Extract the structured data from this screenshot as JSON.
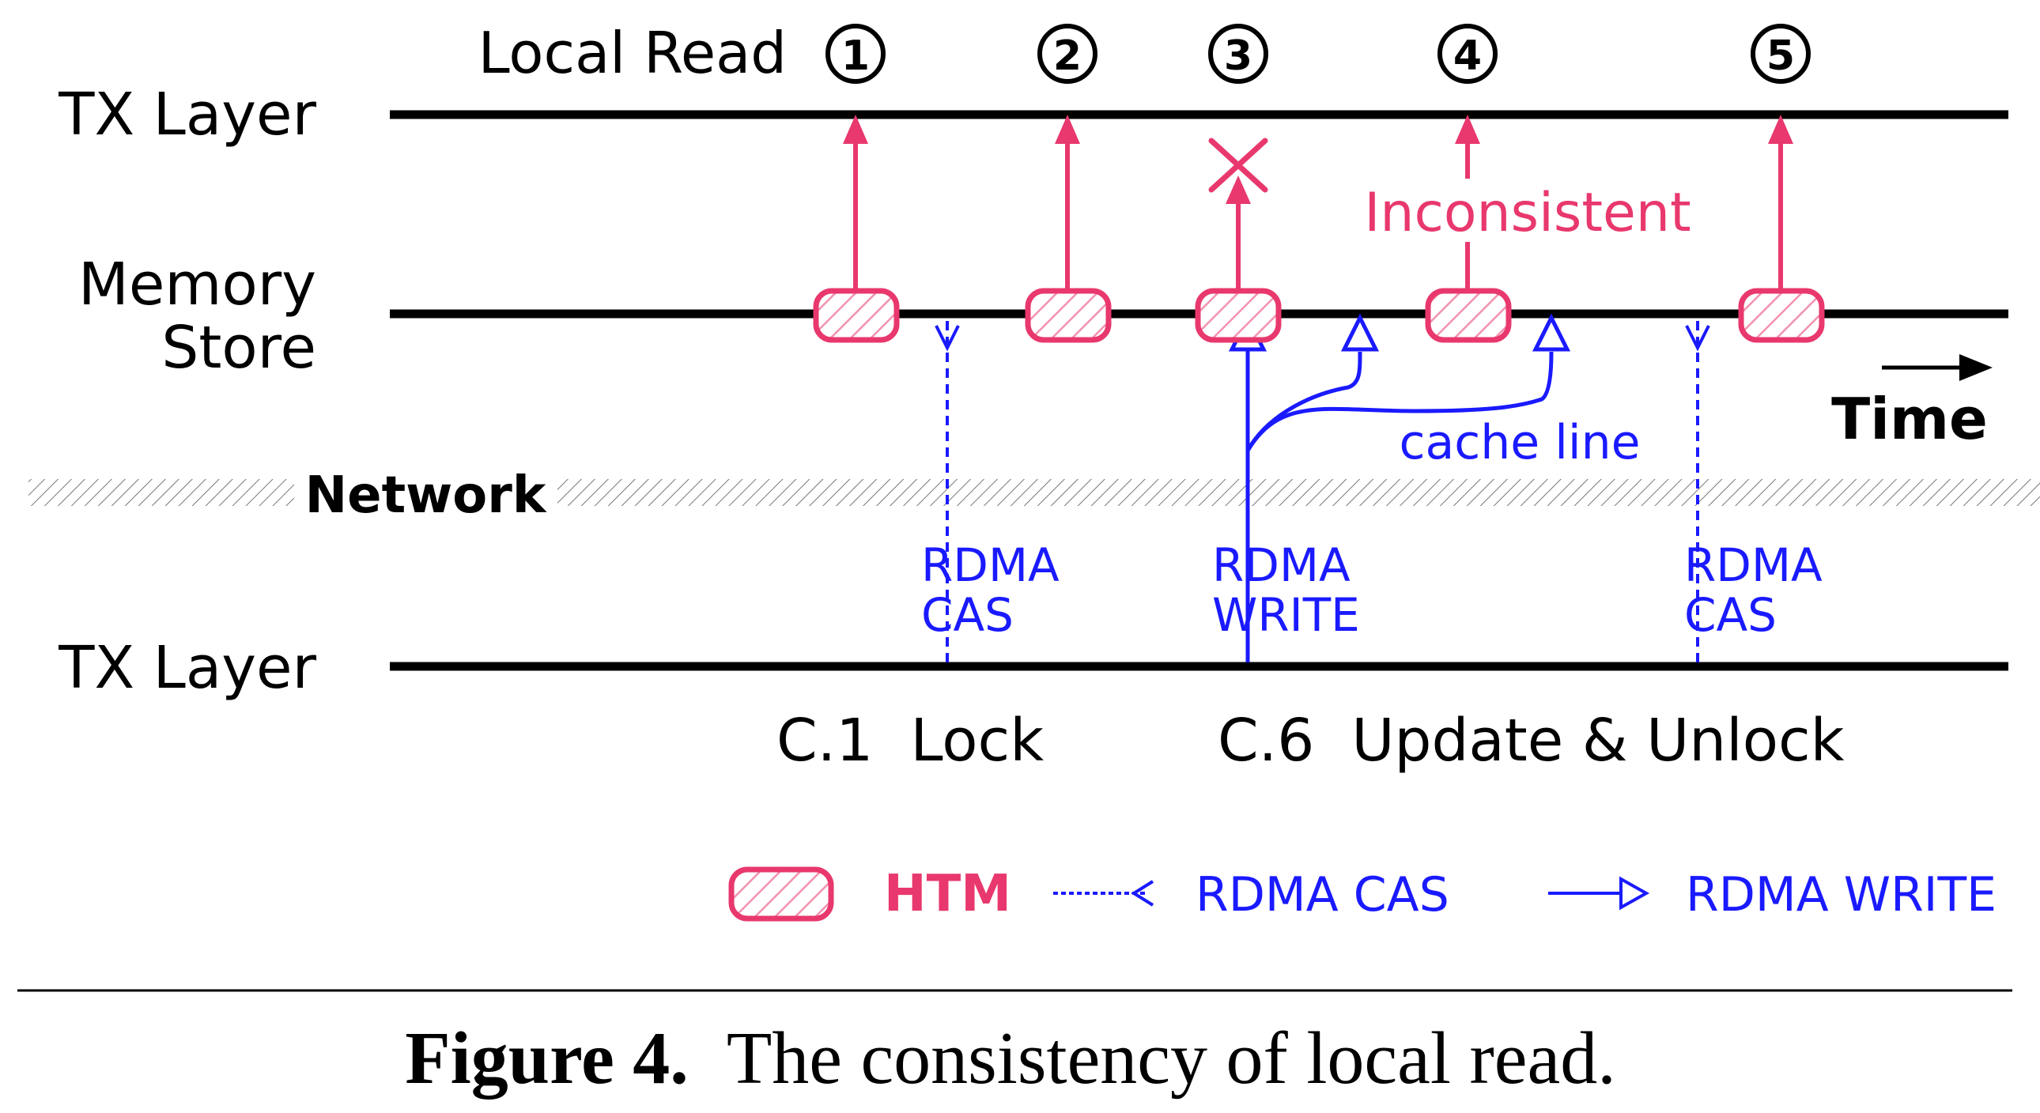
{
  "rows": {
    "tx_layer_top": "TX Layer",
    "memory_store_line1": "Memory",
    "memory_store_line2": "Store",
    "network": "Network",
    "tx_layer_bottom": "TX Layer"
  },
  "local_read": {
    "label": "Local Read",
    "steps": [
      "①",
      "②",
      "③",
      "④",
      "⑤"
    ],
    "failed_step": "③",
    "inconsistent_label": "Inconsistent"
  },
  "time_label": "Time",
  "cache_line_label": "cache line",
  "remote_ops": [
    {
      "line1": "RDMA",
      "line2": "CAS"
    },
    {
      "line1": "RDMA",
      "line2": "WRITE"
    },
    {
      "line1": "RDMA",
      "line2": "CAS"
    }
  ],
  "phases": {
    "lock": "C.1  Lock",
    "update_unlock": "C.6  Update & Unlock"
  },
  "legend": {
    "htm": "HTM",
    "rdma_cas": "RDMA CAS",
    "rdma_write": "RDMA WRITE"
  },
  "caption": {
    "label": "Figure 4.",
    "text": "The consistency of local read."
  },
  "colors": {
    "htm": "#e8386d",
    "rdma": "#1a1aff",
    "line": "#000000"
  }
}
